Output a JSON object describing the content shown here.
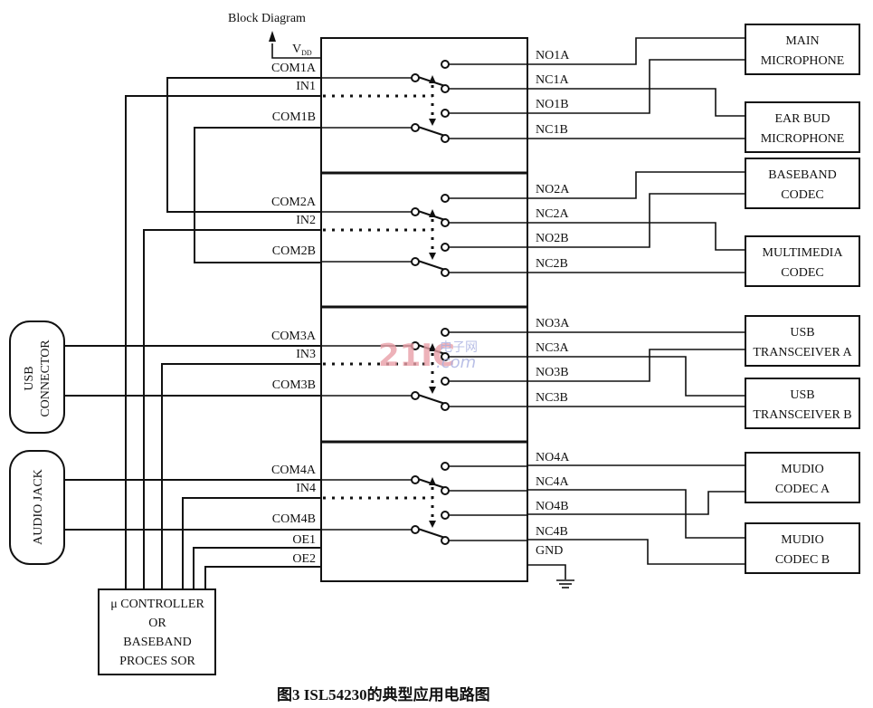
{
  "diagram": {
    "header": "Block Diagram",
    "vdd_label": "V",
    "vdd_sub": "DD",
    "caption": "图3   ISL54230的典型应用电路图",
    "left_pins": [
      "COM1A",
      "IN1",
      "COM1B",
      "COM2A",
      "IN2",
      "COM2B",
      "COM3A",
      "IN3",
      "COM3B",
      "COM4A",
      "IN4",
      "COM4B",
      "OE1",
      "OE2"
    ],
    "right_pins": [
      "NO1A",
      "NC1A",
      "NO1B",
      "NC1B",
      "NO2A",
      "NC2A",
      "NO2B",
      "NC2B",
      "NO3A",
      "NC3A",
      "NO3B",
      "NC3B",
      "NO4A",
      "NC4A",
      "NO4B",
      "NC4B",
      "GND"
    ],
    "right_blocks": [
      {
        "line1": "MAIN",
        "line2": "MICROPHONE"
      },
      {
        "line1": "EAR BUD",
        "line2": "MICROPHONE"
      },
      {
        "line1": "BASEBAND",
        "line2": "CODEC"
      },
      {
        "line1": "MULTIMEDIA",
        "line2": "CODEC"
      },
      {
        "line1": "USB",
        "line2": "TRANSCEIVER A"
      },
      {
        "line1": "USB",
        "line2": "TRANSCEIVER B"
      },
      {
        "line1": "MUDIO",
        "line2": "CODEC A"
      },
      {
        "line1": "MUDIO",
        "line2": "CODEC B"
      }
    ],
    "left_connectors": [
      {
        "line1": "USB",
        "line2": "CONNECTOR"
      },
      {
        "line1": "AUDIO JACK",
        "line2": ""
      }
    ],
    "controller": [
      "μ CONTROLLER",
      "OR",
      "BASEBAND",
      "PROCES SOR"
    ],
    "watermark": {
      "main": "21IC",
      "cn": "电子网",
      "dom": ".com"
    }
  }
}
